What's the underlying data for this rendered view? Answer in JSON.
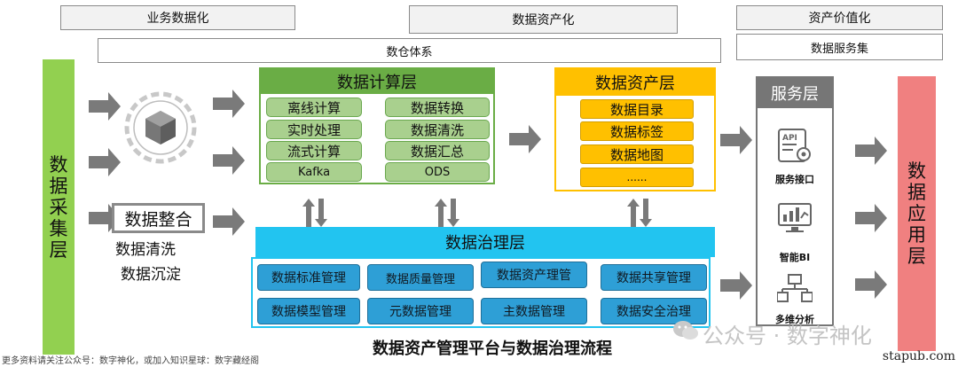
{
  "headers": {
    "business_digitization": "业务数据化",
    "data_assetization": "数据资产化",
    "asset_valuation": "资产价值化",
    "data_warehouse_system": "数仓体系",
    "data_service_set": "数据服务集"
  },
  "collection_layer": {
    "chars": [
      "数",
      "据",
      "采",
      "集",
      "层"
    ]
  },
  "integration": {
    "title": "数据整合",
    "line1": "数据清洗",
    "line2": "数据沉淀"
  },
  "compute_layer": {
    "title": "数据计算层",
    "left": [
      "离线计算",
      "实时处理",
      "流式计算",
      "Kafka"
    ],
    "right": [
      "数据转换",
      "数据清洗",
      "数据汇总",
      "ODS"
    ]
  },
  "asset_layer": {
    "title": "数据资产层",
    "items": [
      "数据目录",
      "数据标签",
      "数据地图",
      "......"
    ]
  },
  "governance_layer": {
    "title": "数据治理层",
    "row1": [
      "数据标准管理",
      "数据质量管理",
      "数据资产理管",
      "数据共享管理"
    ],
    "row2": [
      "数据模型管理",
      "元数据管理",
      "主数据管理",
      "数据安全治理"
    ]
  },
  "service_layer": {
    "title": "服务层",
    "api_text": "API",
    "items": [
      "服务接口",
      "智能BI",
      "多维分析"
    ]
  },
  "application_layer": {
    "chars": [
      "数",
      "据",
      "应",
      "用",
      "层"
    ]
  },
  "footer": {
    "main_title": "数据资产管理平台与数据治理流程",
    "small_note": "更多资料请关注公众号：数字神化，或加入知识星球：数字藏经阁",
    "watermark": "公众号 · 数字神化",
    "site": "stapub.com"
  },
  "colors": {
    "green": "#6aad45",
    "light_green": "#a9d08e",
    "yellow": "#ffc000",
    "cyan": "#22c4f0",
    "blue": "#2e9fd6",
    "grey": "#767676",
    "pink": "#f08080",
    "lime": "#92d050"
  }
}
